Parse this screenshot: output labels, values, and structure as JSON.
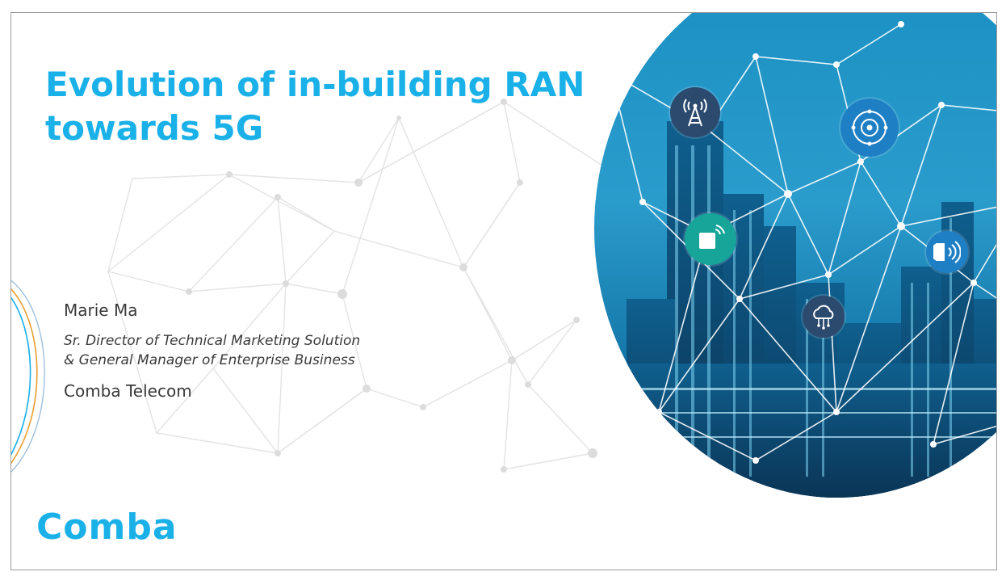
{
  "slide": {
    "title_line1": "Evolution of in-building RAN",
    "title_line2": "towards 5G",
    "presenter": {
      "name": "Marie Ma",
      "role_line1": "Sr. Director of Technical Marketing Solution",
      "role_line2": "& General Manager of Enterprise Business",
      "company": "Comba Telecom"
    },
    "logo_text": "Comba"
  },
  "icons": [
    {
      "name": "antenna-tower-icon"
    },
    {
      "name": "target-icon"
    },
    {
      "name": "wireless-chip-icon"
    },
    {
      "name": "speaker-signal-icon"
    },
    {
      "name": "cloud-network-icon"
    }
  ],
  "colors": {
    "accent": "#1ab0e8",
    "text": "#3a3a3a",
    "icon_navy": "#2b4a6e",
    "icon_blue": "#1f7fc4",
    "icon_teal": "#17a59a"
  }
}
